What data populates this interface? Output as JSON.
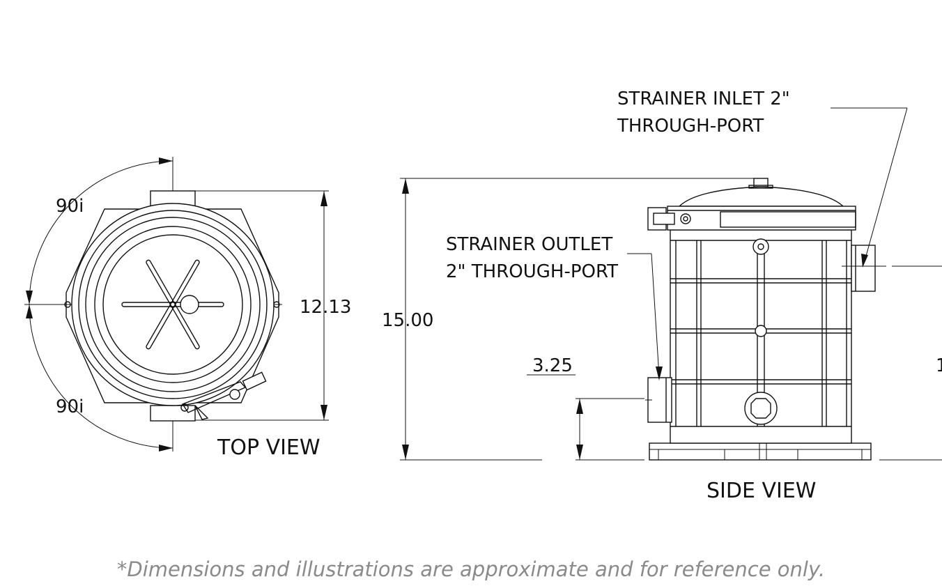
{
  "labels": {
    "top_view": "TOP VIEW",
    "side_view": "SIDE VIEW",
    "inlet_line1": "STRAINER INLET 2\"",
    "inlet_line2": "THROUGH-PORT",
    "outlet_line1": "STRAINER OUTLET",
    "outlet_line2": "2\" THROUGH-PORT"
  },
  "dimensions": {
    "angle_top": "90i",
    "angle_bottom": "90i",
    "top_width": "12.13",
    "overall_height": "15.00",
    "outlet_height": "3.25",
    "right_edge_partial": "1"
  },
  "footnote": "*Dimensions and illustrations are approximate and for reference only."
}
